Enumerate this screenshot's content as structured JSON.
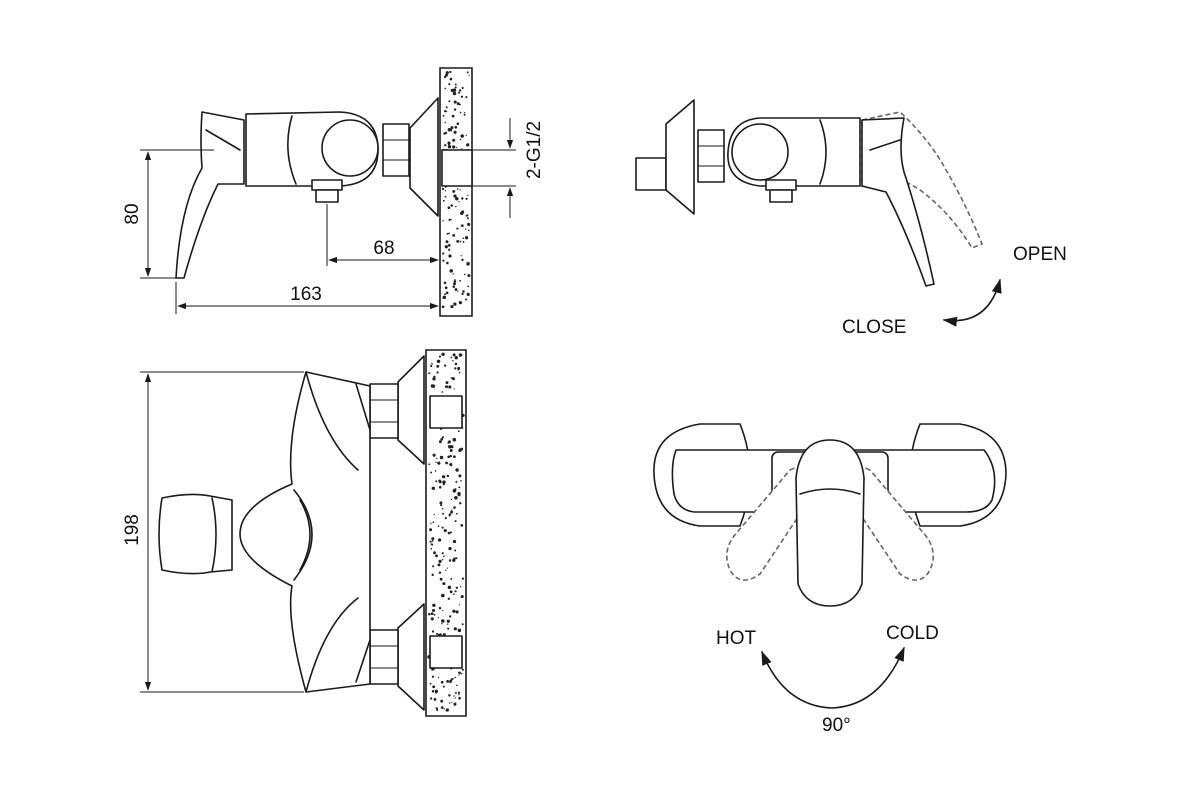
{
  "dimensions": {
    "height_side": "80",
    "spout_offset": "68",
    "overall_depth": "163",
    "height_front": "198",
    "thread": "2-G1/2"
  },
  "operation": {
    "open": "OPEN",
    "close": "CLOSE",
    "hot": "HOT",
    "cold": "COLD",
    "rotation": "90°"
  }
}
